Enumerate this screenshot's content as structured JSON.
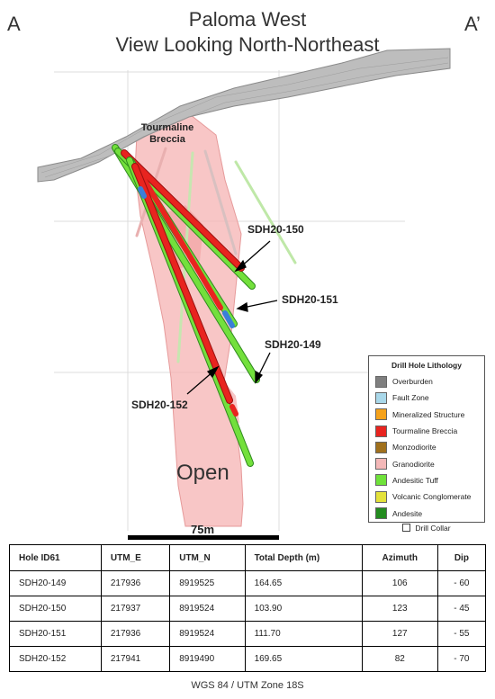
{
  "header": {
    "corner_left": "A",
    "corner_right": "A’",
    "title_line1": "Paloma West",
    "title_line2": "View Looking North-Northeast"
  },
  "labels": {
    "zone": "Tourmaline Breccia",
    "holes": [
      "SDH20-150",
      "SDH20-151",
      "SDH20-149",
      "SDH20-152"
    ],
    "open": "Open",
    "scale": "75m"
  },
  "legend": {
    "title": "Drill Hole Lithology",
    "items": [
      {
        "label": "Overburden",
        "color": "#7f7f7f"
      },
      {
        "label": "Fault Zone",
        "color": "#a9d8ea"
      },
      {
        "label": "Mineralized Structure",
        "color": "#f5a21b"
      },
      {
        "label": "Tourmaline Breccia",
        "color": "#e8241f"
      },
      {
        "label": "Monzodiorite",
        "color": "#a0701c"
      },
      {
        "label": "Granodiorite",
        "color": "#f4b8b8"
      },
      {
        "label": "Andesitic Tuff",
        "color": "#6fe23a"
      },
      {
        "label": "Volcanic Conglomerate",
        "color": "#e4e23a"
      },
      {
        "label": "Andesite",
        "color": "#238b1f"
      }
    ],
    "collar": "Drill Collar"
  },
  "table": {
    "headers": [
      "Hole ID61",
      "UTM_E",
      "UTM_N",
      "Total Depth (m)",
      "Azimuth",
      "Dip"
    ],
    "rows": [
      [
        "SDH20-149",
        "217936",
        "8919525",
        "164.65",
        "106",
        "- 60"
      ],
      [
        "SDH20-150",
        "217937",
        "8919524",
        "103.90",
        "123",
        "- 45"
      ],
      [
        "SDH20-151",
        "217936",
        "8919524",
        "111.70",
        "127",
        "- 55"
      ],
      [
        "SDH20-152",
        "217941",
        "8919490",
        "169.65",
        "82",
        "- 70"
      ]
    ]
  },
  "footer": "WGS 84 / UTM Zone 18S"
}
